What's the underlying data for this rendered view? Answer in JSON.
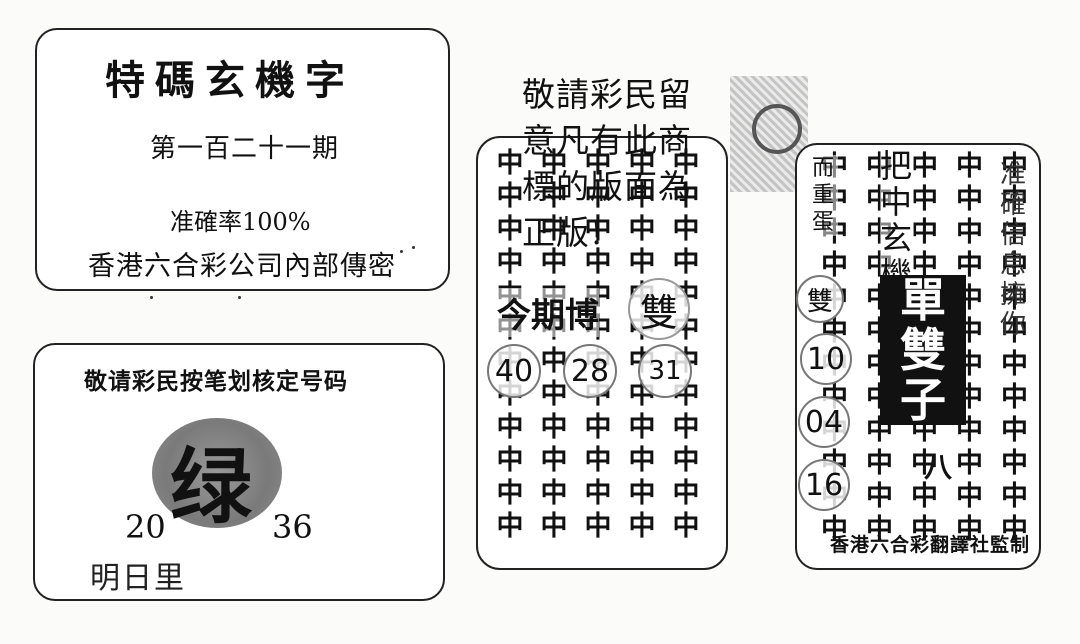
{
  "card1": {
    "title": "特碼玄機字",
    "issue": "第一百二十一期",
    "accuracy": "准確率100%",
    "secret": "香港六合彩公司內部傳密"
  },
  "card2": {
    "notice": "敬请彩民按笔划核定号码",
    "big_char": "绿",
    "num_left": "20",
    "num_right": "36",
    "footer": "明日里"
  },
  "card3": {
    "notice": "敬請彩民留意凡有此商標的版面為正版!",
    "grid_char": "中",
    "label": "今期博",
    "circle_char": "雙",
    "numbers": [
      "40",
      "28",
      "31"
    ]
  },
  "card4": {
    "grid_char": "中",
    "vertical_left": "而重蛋",
    "circle_char": "雙",
    "numbers": [
      "10",
      "04",
      "16"
    ],
    "vertical_mid": "把中玄機",
    "black_text": "單雙子",
    "eight": "八",
    "vertical_right": "准確信息擁你",
    "footer": "香港六合彩翻譯社監制"
  }
}
